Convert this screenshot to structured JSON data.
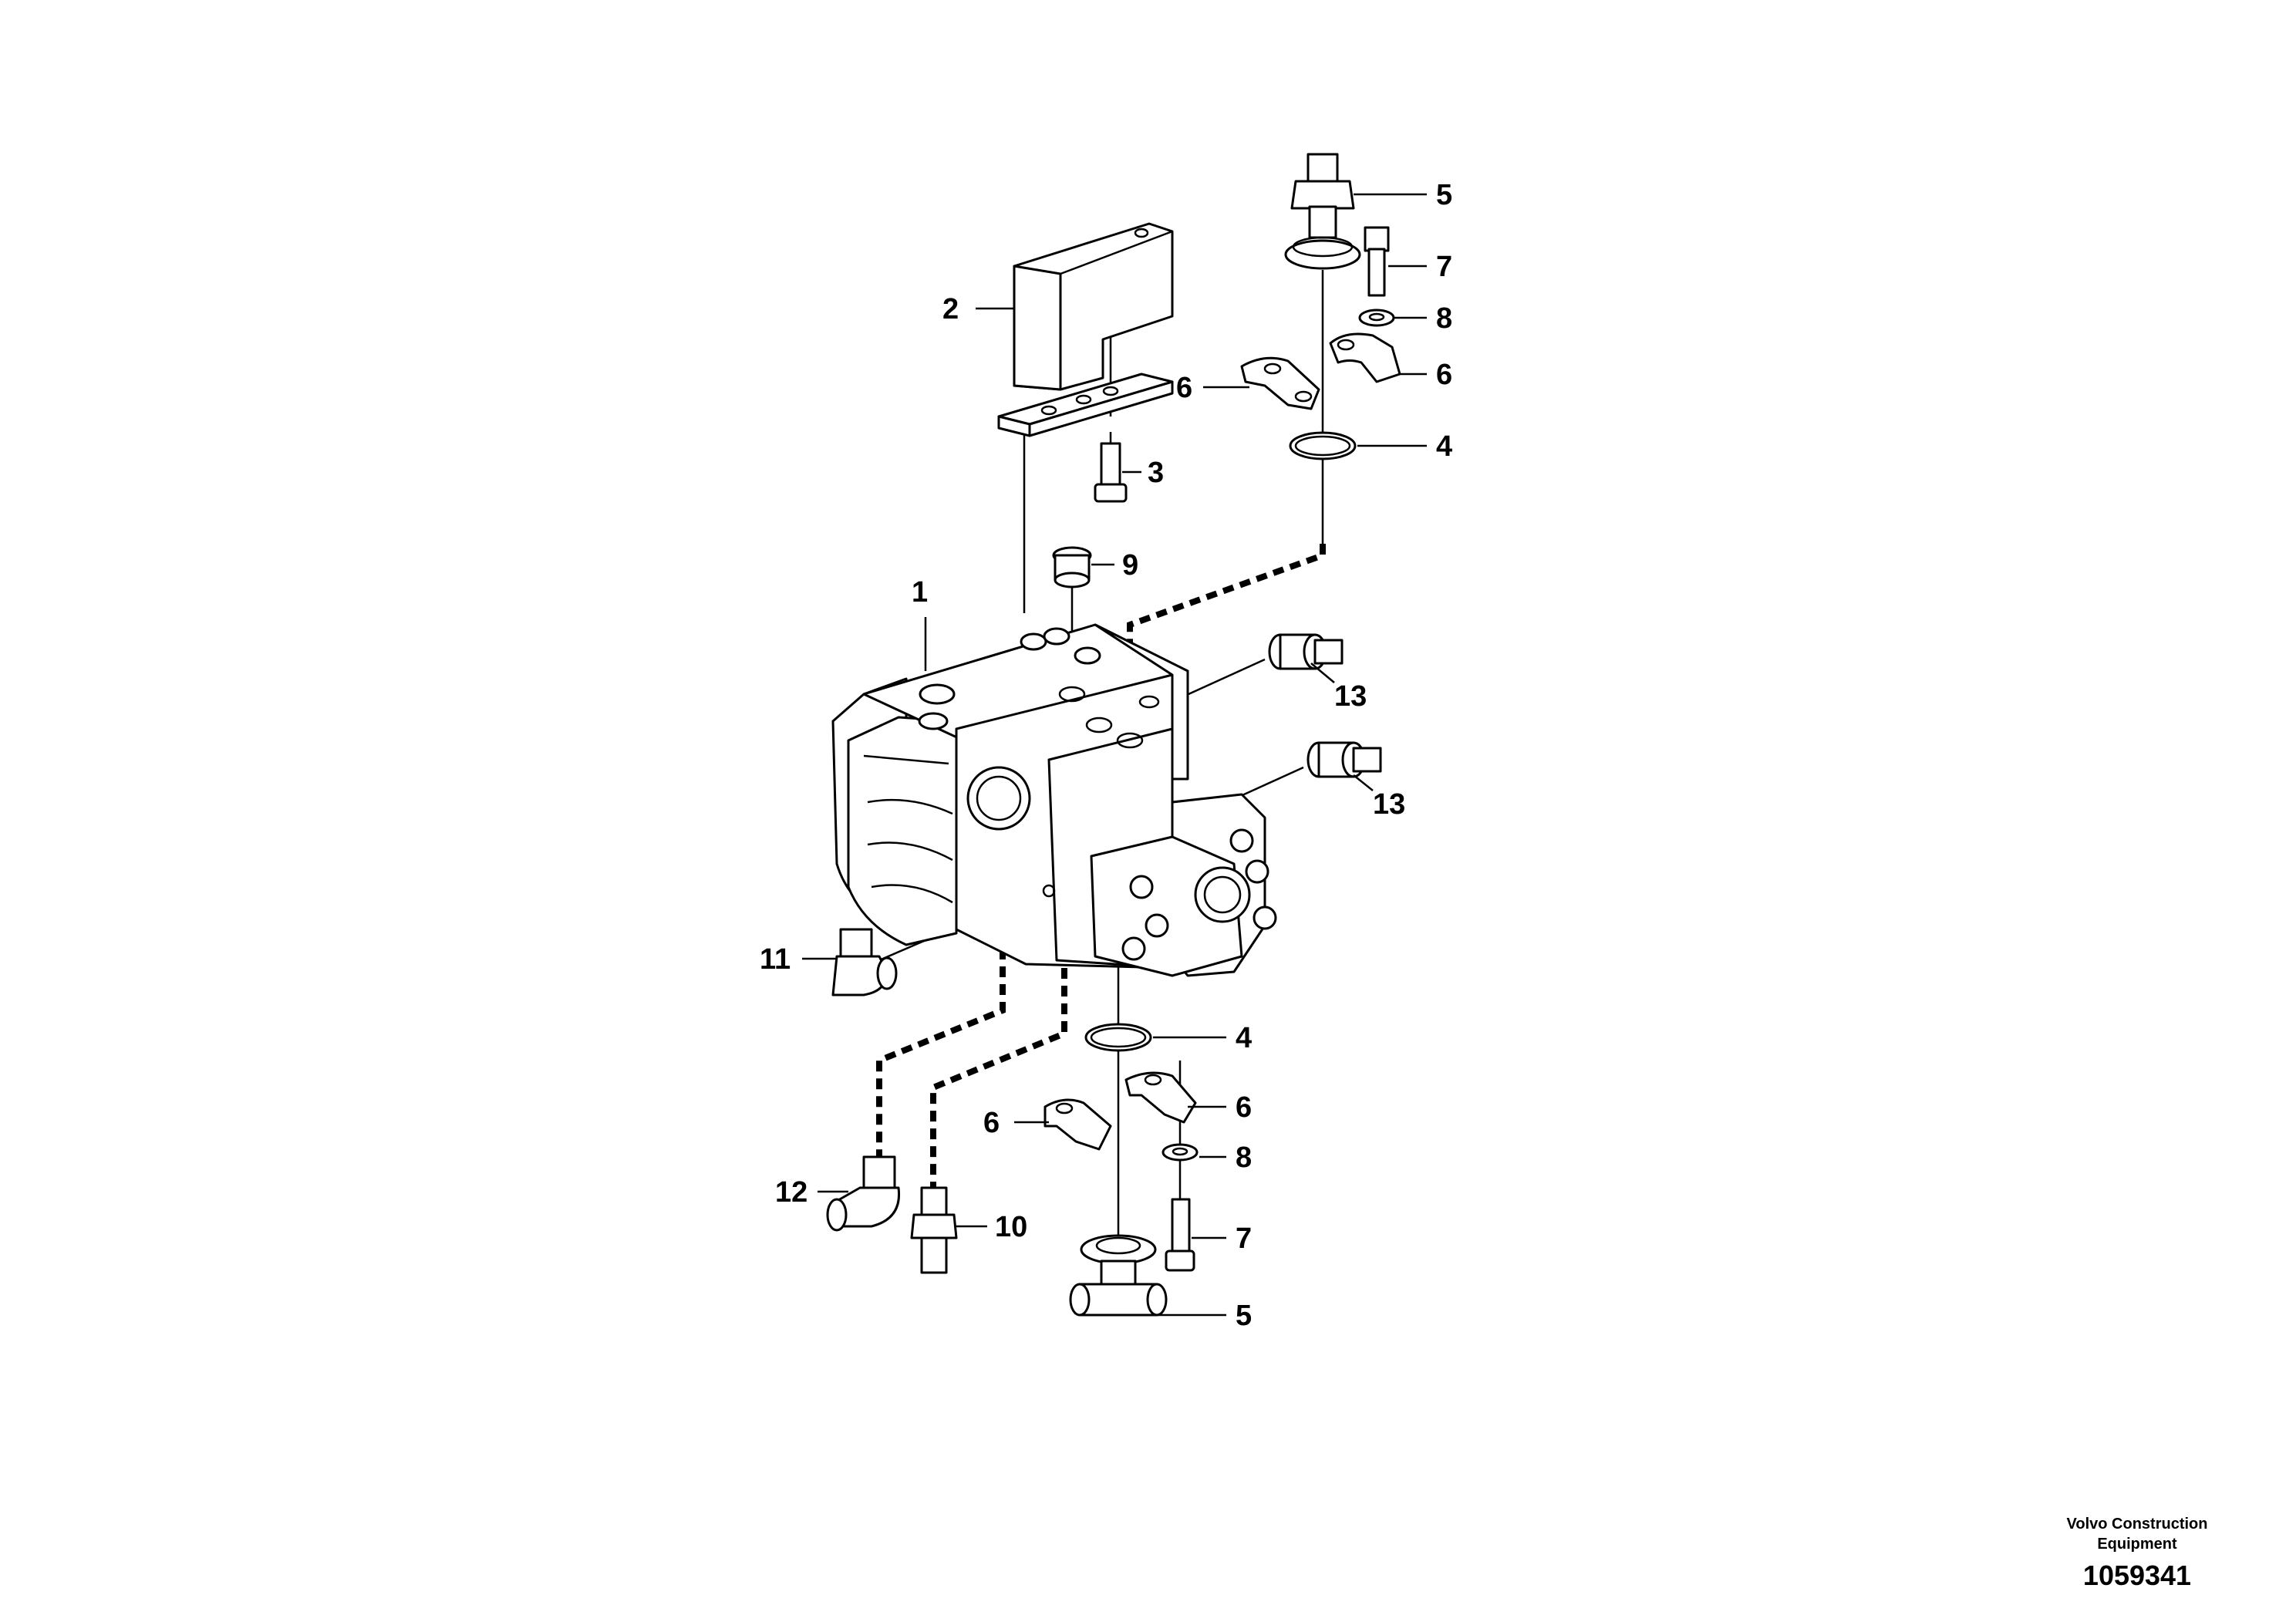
{
  "callouts": {
    "c1": "1",
    "c2": "2",
    "c3": "3",
    "c4a": "4",
    "c4b": "4",
    "c5a": "5",
    "c5b": "5",
    "c6a": "6",
    "c6b": "6",
    "c6c": "6",
    "c6d": "6",
    "c7a": "7",
    "c7b": "7",
    "c8a": "8",
    "c8b": "8",
    "c9": "9",
    "c10": "10",
    "c11": "11",
    "c12": "12",
    "c13a": "13",
    "c13b": "13"
  },
  "footer": {
    "brand_line1": "Volvo Construction",
    "brand_line2": "Equipment",
    "drawing_number": "1059341"
  }
}
